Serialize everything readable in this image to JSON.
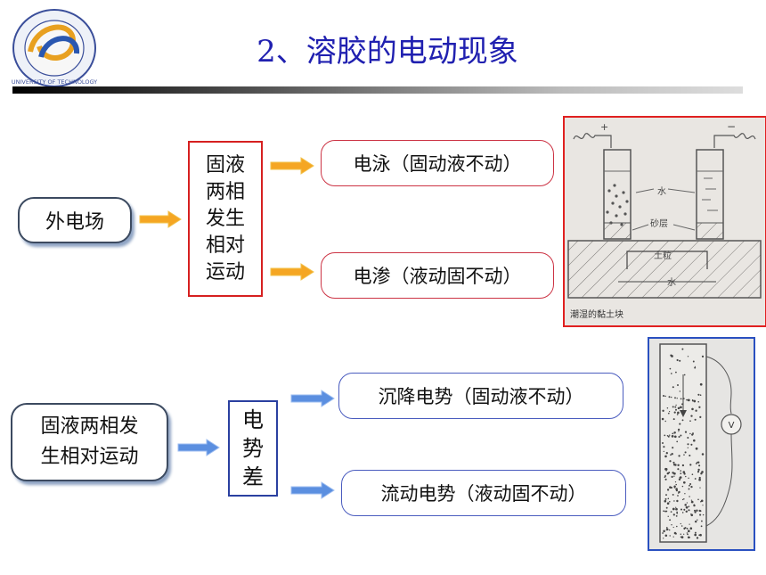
{
  "title": "2、溶胶的电动现象",
  "logo": {
    "text": "UNIVERSITY OF TECHNOLOGY"
  },
  "upper": {
    "source_label": "外电场",
    "relative_motion": [
      "固液",
      "两相",
      "发生",
      "相对",
      "运动"
    ],
    "electrophoresis": "电泳（固动液不动）",
    "electroosmosis": "电渗（液动固不动）"
  },
  "lower": {
    "source_label": [
      "固液两相发",
      "生相对运动"
    ],
    "potential_diff": [
      "电",
      "势",
      "差"
    ],
    "sedimentation_potential": "沉降电势（固动液不动）",
    "streaming_potential": "流动电势（液动固不动）"
  },
  "figure1_labels": {
    "plus": "+",
    "minus": "−",
    "water_top": "水",
    "sand_layer": "砂层",
    "clay_particle": "土粒",
    "water_bottom": "水",
    "caption": "潮湿的黏土块"
  },
  "figure2_labels": {
    "voltmeter": "V"
  },
  "colors": {
    "title": "#2020b0",
    "red_border": "#d62020",
    "blue_border": "#2a40a0",
    "orange_arrow": "#f5a623",
    "blue_arrow": "#5b8fe0"
  }
}
